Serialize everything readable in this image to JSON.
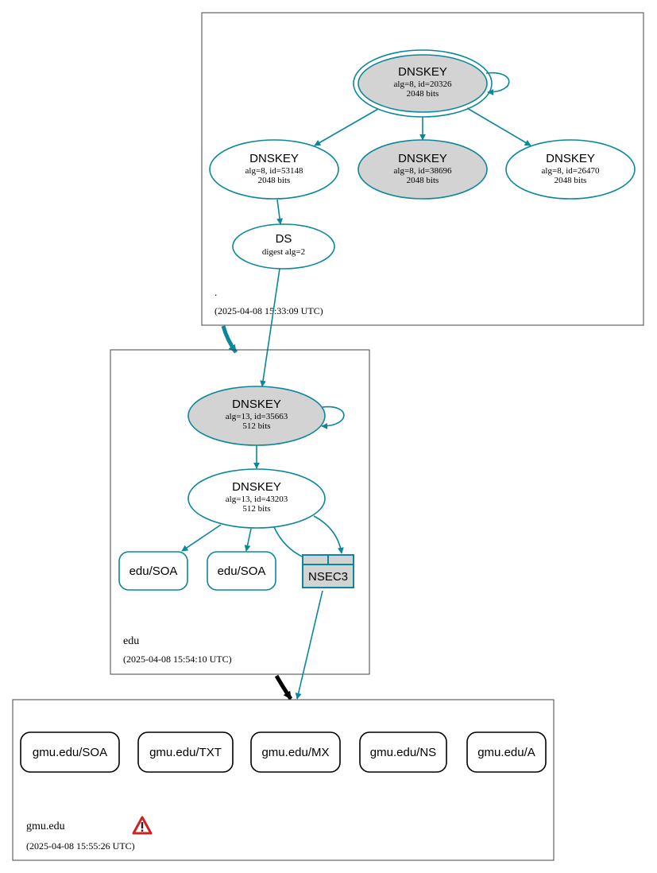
{
  "colors": {
    "edge": "#0a879a",
    "sep_fill": "#d3d3d3",
    "zone_border": "#444444",
    "rrset_border": "#000000",
    "warning_red": "#cc2222"
  },
  "zones": {
    "root": {
      "name": ".",
      "timestamp": "(2025-04-08 15:33:09 UTC)",
      "nodes": {
        "dnskey_20326": {
          "title": "DNSKEY",
          "line1": "alg=8, id=20326",
          "line2": "2048 bits"
        },
        "dnskey_53148": {
          "title": "DNSKEY",
          "line1": "alg=8, id=53148",
          "line2": "2048 bits"
        },
        "dnskey_38696": {
          "title": "DNSKEY",
          "line1": "alg=8, id=38696",
          "line2": "2048 bits"
        },
        "dnskey_26470": {
          "title": "DNSKEY",
          "line1": "alg=8, id=26470",
          "line2": "2048 bits"
        },
        "ds": {
          "title": "DS",
          "line1": "digest alg=2"
        }
      }
    },
    "edu": {
      "name": "edu",
      "timestamp": "(2025-04-08 15:54:10 UTC)",
      "nodes": {
        "dnskey_35663": {
          "title": "DNSKEY",
          "line1": "alg=13, id=35663",
          "line2": "512 bits"
        },
        "dnskey_43203": {
          "title": "DNSKEY",
          "line1": "alg=13, id=43203",
          "line2": "512 bits"
        },
        "soa_1": {
          "label": "edu/SOA"
        },
        "soa_2": {
          "label": "edu/SOA"
        },
        "nsec3": {
          "label": "NSEC3"
        }
      }
    },
    "gmu": {
      "name": "gmu.edu",
      "timestamp": "(2025-04-08 15:55:26 UTC)",
      "warning_icon": "warning-triangle-icon",
      "rrsets": [
        {
          "label": "gmu.edu/SOA"
        },
        {
          "label": "gmu.edu/TXT"
        },
        {
          "label": "gmu.edu/MX"
        },
        {
          "label": "gmu.edu/NS"
        },
        {
          "label": "gmu.edu/A"
        }
      ]
    }
  }
}
